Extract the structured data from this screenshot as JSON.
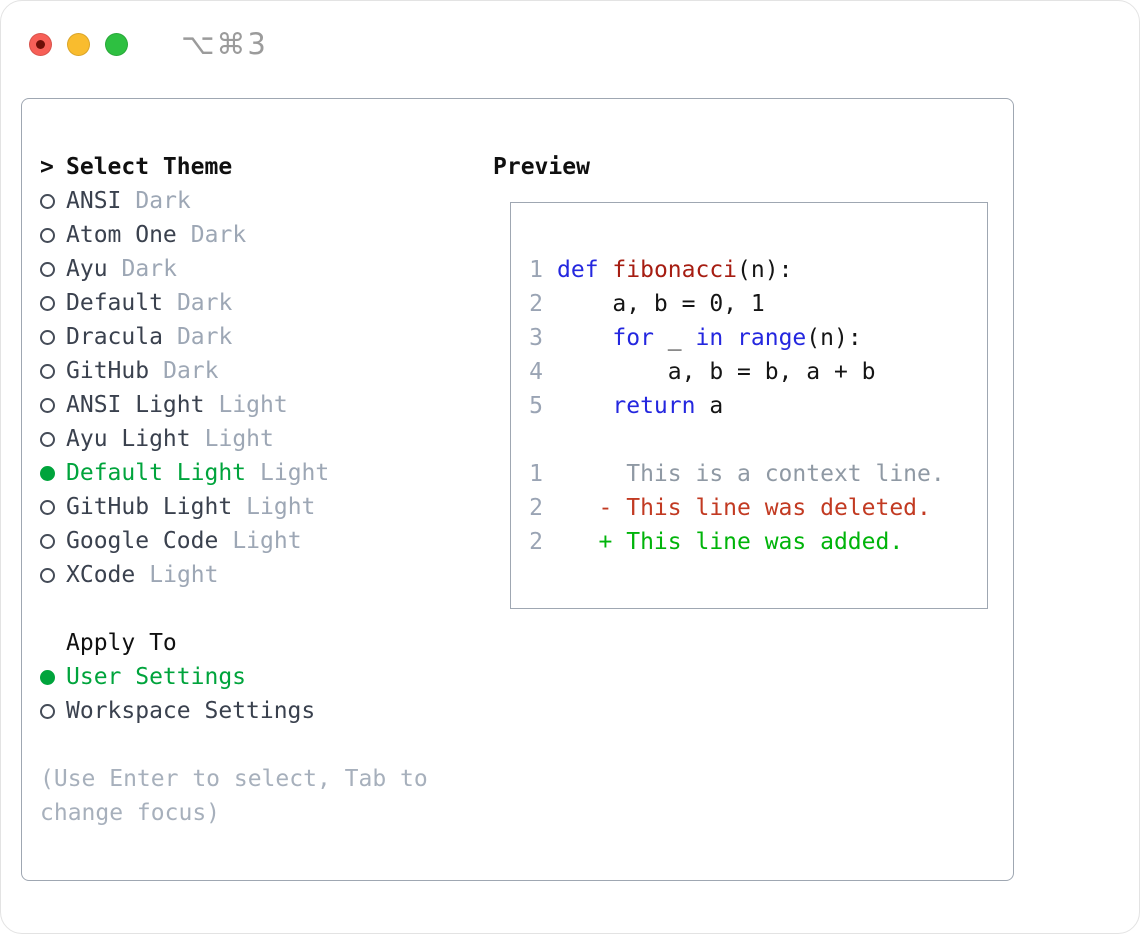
{
  "window": {
    "shortcut_label": "⌥⌘3"
  },
  "theme_panel": {
    "cursor": ">",
    "title": "Select Theme",
    "items": [
      {
        "name": "ANSI",
        "tag": "Dark",
        "selected": false
      },
      {
        "name": "Atom One",
        "tag": "Dark",
        "selected": false
      },
      {
        "name": "Ayu",
        "tag": "Dark",
        "selected": false
      },
      {
        "name": "Default",
        "tag": "Dark",
        "selected": false
      },
      {
        "name": "Dracula",
        "tag": "Dark",
        "selected": false
      },
      {
        "name": "GitHub",
        "tag": "Dark",
        "selected": false
      },
      {
        "name": "ANSI Light",
        "tag": "Light",
        "selected": false
      },
      {
        "name": "Ayu Light",
        "tag": "Light",
        "selected": false
      },
      {
        "name": "Default Light",
        "tag": "Light",
        "selected": true
      },
      {
        "name": "GitHub Light",
        "tag": "Light",
        "selected": false
      },
      {
        "name": "Google Code",
        "tag": "Light",
        "selected": false
      },
      {
        "name": "XCode",
        "tag": "Light",
        "selected": false
      }
    ],
    "apply_to": {
      "title": "Apply To",
      "options": [
        {
          "label": "User Settings",
          "selected": true
        },
        {
          "label": "Workspace Settings",
          "selected": false
        }
      ]
    },
    "hint": "(Use Enter to select, Tab to change focus)"
  },
  "preview": {
    "title": "Preview",
    "code_lines": [
      {
        "num": "1",
        "segments": [
          {
            "t": "def",
            "c": "kw"
          },
          {
            "t": " ",
            "c": "pl"
          },
          {
            "t": "fibonacci",
            "c": "fn"
          },
          {
            "t": "(n):",
            "c": "pl"
          }
        ]
      },
      {
        "num": "2",
        "segments": [
          {
            "t": "    a, b = 0, 1",
            "c": "pl"
          }
        ]
      },
      {
        "num": "3",
        "segments": [
          {
            "t": "    ",
            "c": "pl"
          },
          {
            "t": "for",
            "c": "kw"
          },
          {
            "t": " _ ",
            "c": "pl"
          },
          {
            "t": "in",
            "c": "kw"
          },
          {
            "t": " ",
            "c": "pl"
          },
          {
            "t": "range",
            "c": "kw"
          },
          {
            "t": "(n):",
            "c": "pl"
          }
        ]
      },
      {
        "num": "4",
        "segments": [
          {
            "t": "        a, b = b, a + b",
            "c": "pl"
          }
        ]
      },
      {
        "num": "5",
        "segments": [
          {
            "t": "    ",
            "c": "pl"
          },
          {
            "t": "return",
            "c": "kw"
          },
          {
            "t": " a",
            "c": "pl"
          }
        ]
      }
    ],
    "diff_lines": [
      {
        "num": "1",
        "segments": [
          {
            "t": "     This is a context line.",
            "c": "ctx"
          }
        ]
      },
      {
        "num": "2",
        "segments": [
          {
            "t": "   - This line was deleted.",
            "c": "del"
          }
        ]
      },
      {
        "num": "2",
        "segments": [
          {
            "t": "   + This line was added.",
            "c": "add"
          }
        ]
      }
    ]
  },
  "colors": {
    "ink": "#101010",
    "item": "#3a414e",
    "tag": "#9da7b5",
    "hint": "#a7b0bc",
    "lnum": "#9aa4b4",
    "ctx": "#8f99a4",
    "green": "#00a43c",
    "add": "#00b40a",
    "kw": "#2427df",
    "fn": "#a61d12",
    "del": "#c23a22",
    "frame": "#9fa7b2",
    "circle": "#454c58",
    "tl_red": "#f75f57",
    "tl_yellow": "#f9bc2e",
    "tl_green": "#2ec041",
    "tl_red_dot": "#6e0f07",
    "shortcut": "#9b9b9b"
  }
}
